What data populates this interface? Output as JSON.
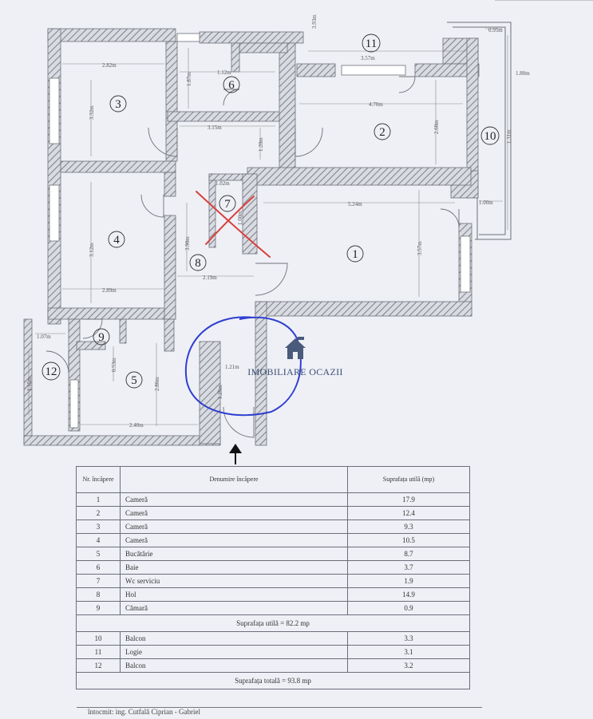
{
  "plan": {
    "rooms": [
      {
        "id": "room-1",
        "number": "1"
      },
      {
        "id": "room-2",
        "number": "2"
      },
      {
        "id": "room-3",
        "number": "3"
      },
      {
        "id": "room-4",
        "number": "4"
      },
      {
        "id": "room-5",
        "number": "5"
      },
      {
        "id": "room-6",
        "number": "6"
      },
      {
        "id": "room-7",
        "number": "7"
      },
      {
        "id": "room-8",
        "number": "8"
      },
      {
        "id": "room-9",
        "number": "9"
      },
      {
        "id": "room-10",
        "number": "10"
      },
      {
        "id": "room-11",
        "number": "11"
      },
      {
        "id": "room-12",
        "number": "12"
      }
    ],
    "dimensions": {
      "d_282": "2.82m",
      "d_112": "1.12m",
      "d_315": "3.15m",
      "d_470": "4.70m",
      "d_357": "3.57m",
      "d_524": "5.24m",
      "d_219": "2.19m",
      "d_289": "2.89m",
      "d_240": "2.40m",
      "d_121": "1.21m",
      "d_107": "1.07m",
      "d_332": "3.32m",
      "d_312": "3.12m",
      "d_385": "3.85m",
      "d_100": "1.00m",
      "d_260": "2.60m",
      "d_131": "1.31m",
      "d_095": "0.95m",
      "d_393": "3.93m",
      "d_180": "1.80m",
      "d_390": "3.90m",
      "d_120": "1.20m",
      "d_187": "1.87m",
      "d_286": "2.86m",
      "d_125": "1.25m",
      "d_115": "1.15m",
      "d_053": "0.53m",
      "d_102": "1.02m"
    },
    "colors": {
      "wall_hatch": "#7d7f86",
      "wall_fill": "#d9dbe2",
      "circle": "#2f3fd0",
      "cross": "#d8403c"
    }
  },
  "watermark": {
    "label": "IMOBILIARE OCAZII",
    "icon": "house-logo-icon"
  },
  "table": {
    "headers": {
      "nr": "Nr. încăpere",
      "name": "Denumire încăpere",
      "area": "Suprafața utilă (mp)"
    },
    "rooms": [
      {
        "nr": "1",
        "name": "Cameră",
        "area": "17.9"
      },
      {
        "nr": "2",
        "name": "Cameră",
        "area": "12.4"
      },
      {
        "nr": "3",
        "name": "Cameră",
        "area": "9.3"
      },
      {
        "nr": "4",
        "name": "Cameră",
        "area": "10.5"
      },
      {
        "nr": "5",
        "name": "Bucătărie",
        "area": "8.7"
      },
      {
        "nr": "6",
        "name": "Baie",
        "area": "3.7"
      },
      {
        "nr": "7",
        "name": "Wc serviciu",
        "area": "1.9"
      },
      {
        "nr": "8",
        "name": "Hol",
        "area": "14.9"
      },
      {
        "nr": "9",
        "name": "Cămară",
        "area": "0.9"
      }
    ],
    "usable_total": "Suprafața utilă = 82.2 mp",
    "extras": [
      {
        "nr": "10",
        "name": "Balcon",
        "area": "3.3"
      },
      {
        "nr": "11",
        "name": "Logie",
        "area": "3.1"
      },
      {
        "nr": "12",
        "name": "Balcon",
        "area": "3.2"
      }
    ],
    "grand_total": "Suprafața totală = 93.8 mp"
  },
  "author": "întocmit: ing. Cutfală Ciprian - Gabriel"
}
